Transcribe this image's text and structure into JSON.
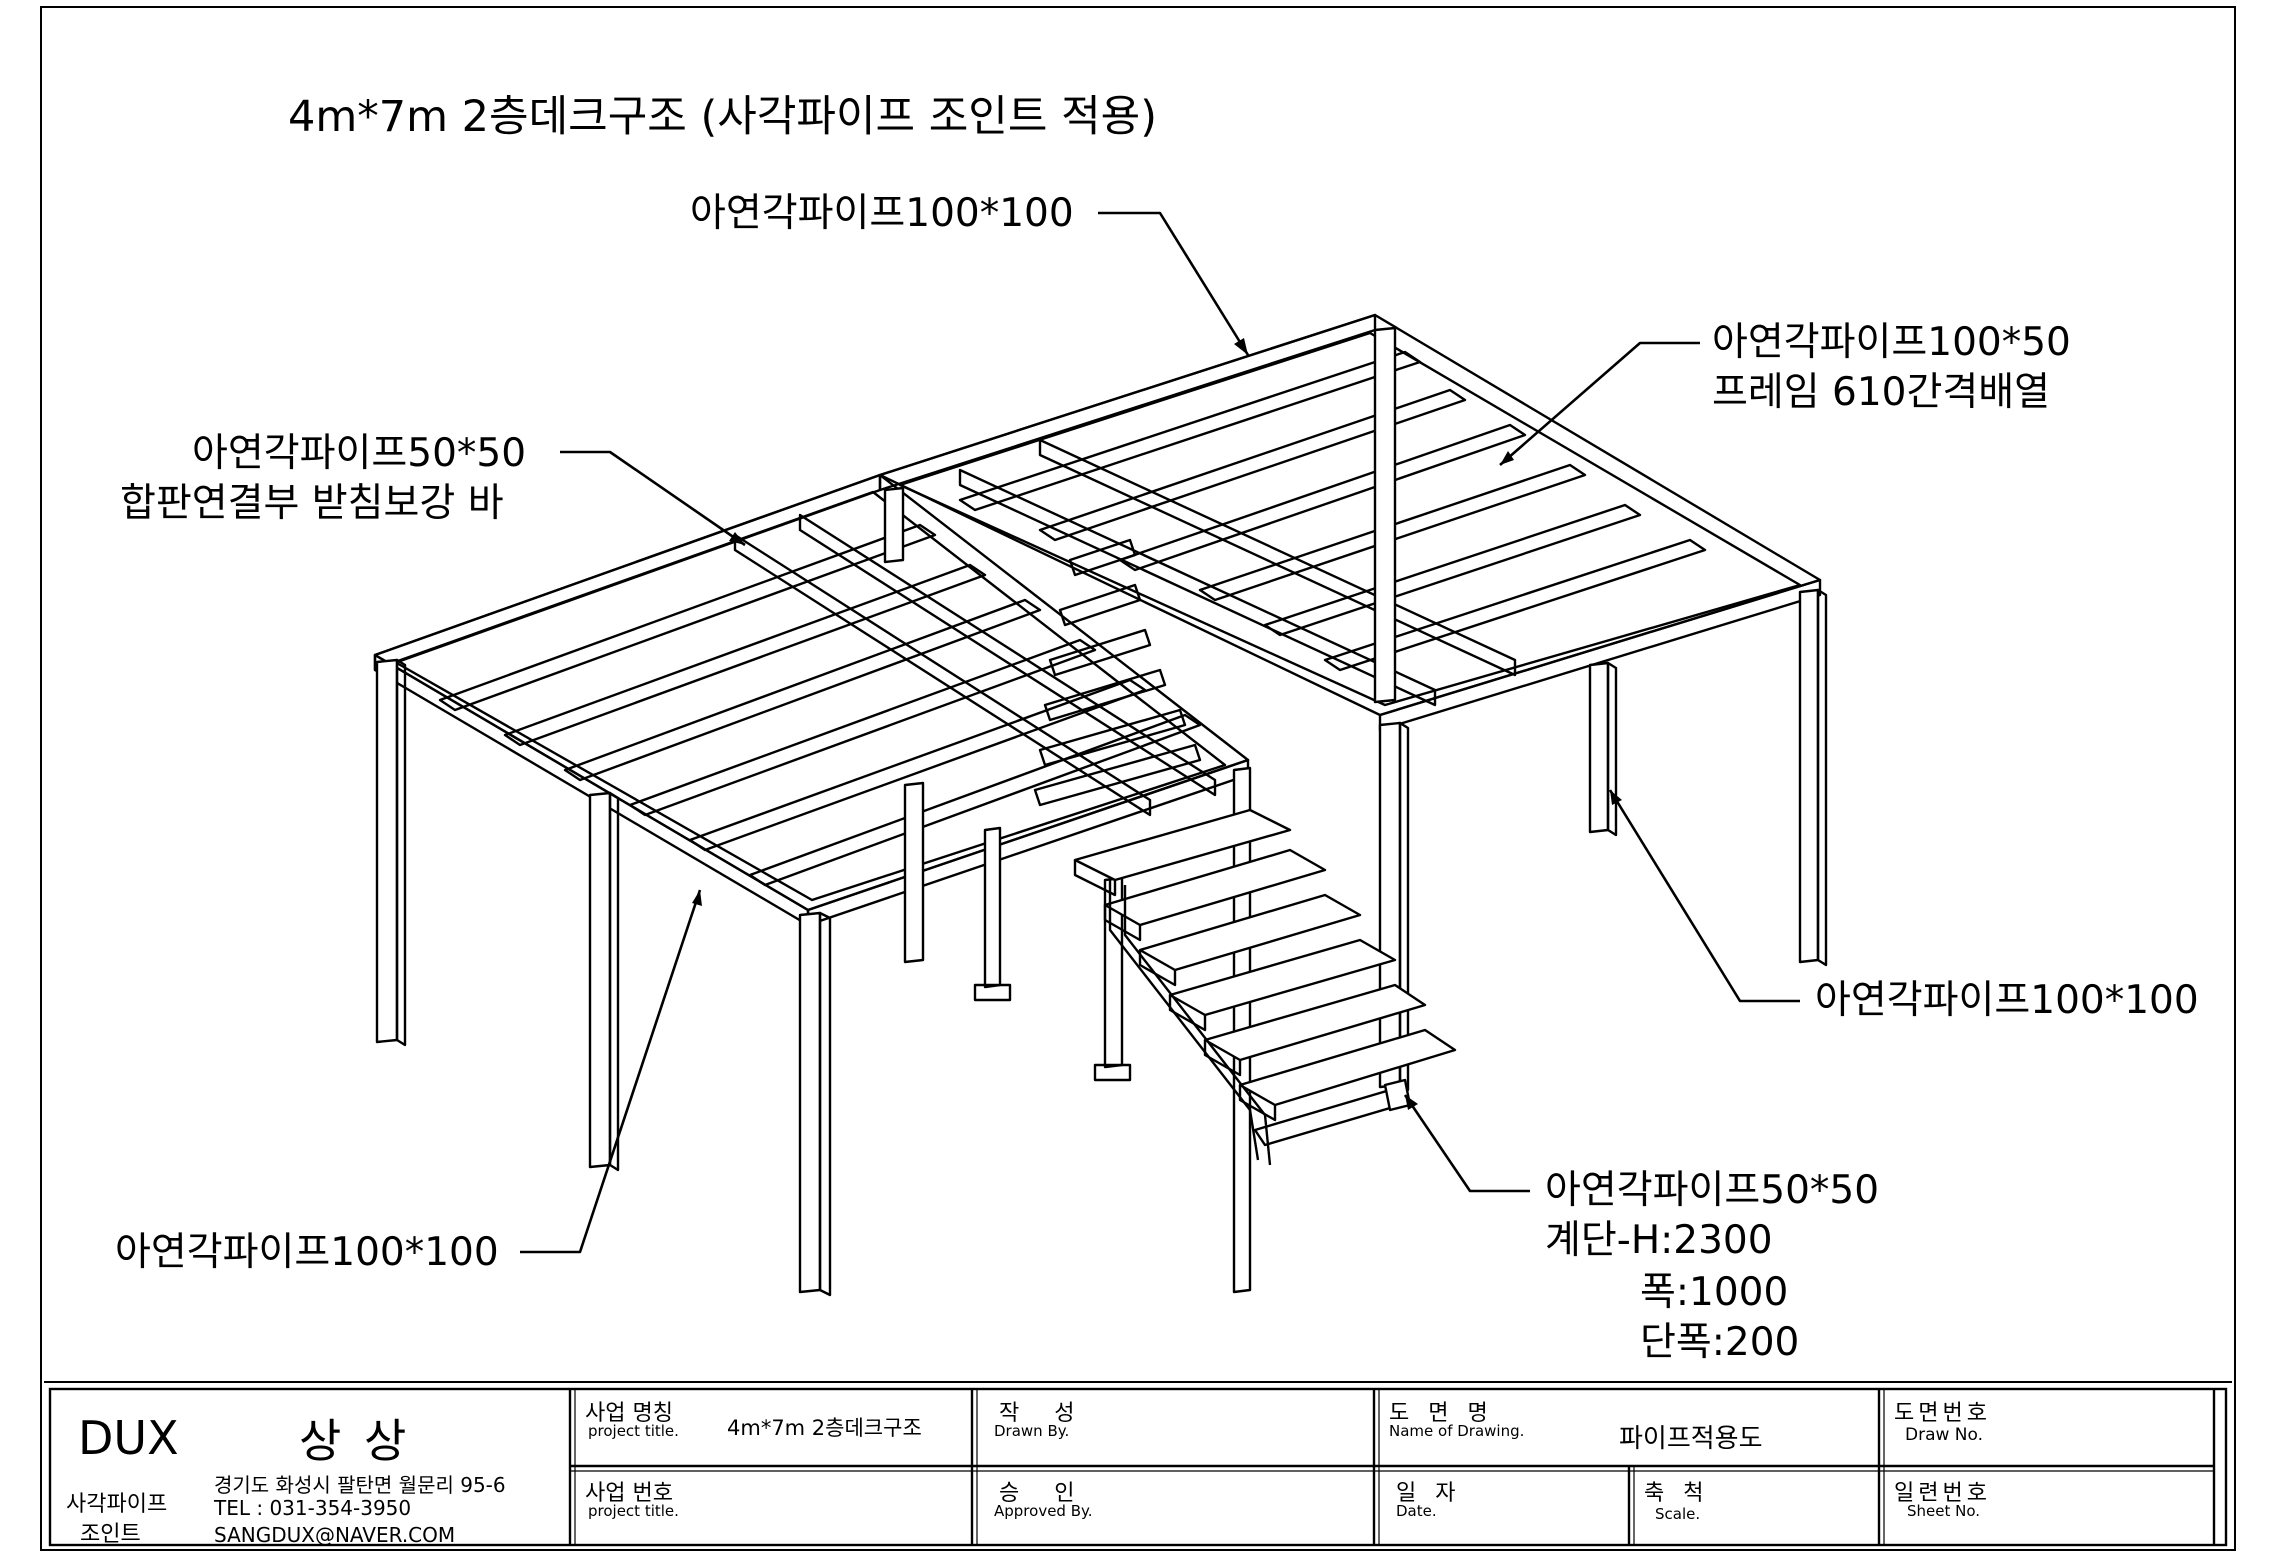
{
  "title": "4m*7m 2층데크구조 (사각파이프 조인트 적용)",
  "callouts": {
    "top_pipe": "아연각파이프100*100",
    "frame_pipe_1": "아연각파이프100*50",
    "frame_pipe_2": "프레임 610간격배열",
    "brace_1": "아연각파이프50*50",
    "brace_2": "합판연결부 받침보강 바",
    "right_post": "아연각파이프100*100",
    "left_post": "아연각파이프100*100",
    "stair_1": "아연각파이프50*50",
    "stair_2": "계단-H:2300",
    "stair_3": "폭:1000",
    "stair_4": "단폭:200"
  },
  "titleblock": {
    "company": "DUX",
    "company_kr": "상 상",
    "brand_1": "사각파이프",
    "brand_2": "조인트",
    "address": "경기도 화성시 팔탄면 월문리 95-6",
    "tel": "TEL : 031-354-3950",
    "email": "SANGDUX@NAVER.COM",
    "project_name_kr": "사업 명칭",
    "project_name_en": "project title.",
    "project_name_val": "4m*7m 2층데크구조",
    "project_no_kr": "사업 번호",
    "project_no_en": "project title.",
    "drawn_kr": "작 성",
    "drawn_en": "Drawn By.",
    "approved_kr": "승 인",
    "approved_en": "Approved By.",
    "drawing_name_kr": "도 면 명",
    "drawing_name_en": "Name of Drawing.",
    "drawing_name_val": "파이프적용도",
    "date_kr": "일 자",
    "date_en": "Date.",
    "scale_kr": "축 척",
    "scale_en": "Scale.",
    "drawno_kr": "도면번호",
    "drawno_en": "Draw No.",
    "sheetno_kr": "일련번호",
    "sheetno_en": "Sheet No."
  }
}
